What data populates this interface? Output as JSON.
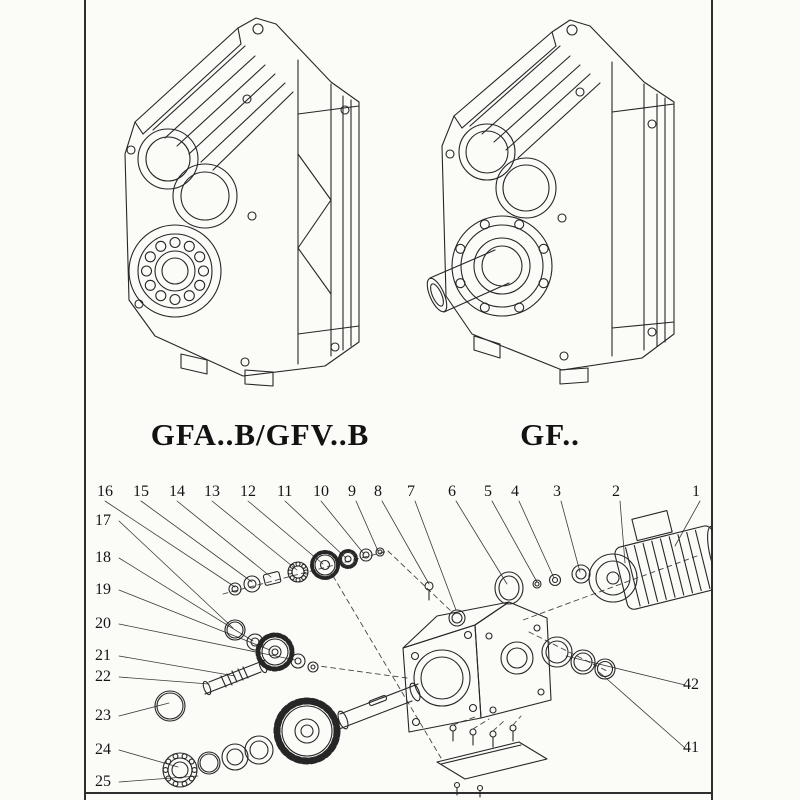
{
  "colors": {
    "ink": "#262626",
    "paper": "#fbfbf8",
    "frame": "#2e2e2e"
  },
  "figures": [
    {
      "label": "GFA..B/GFV..B"
    },
    {
      "label": "GF.."
    }
  ],
  "exploded": {
    "top": [
      "16",
      "15",
      "14",
      "13",
      "12",
      "11",
      "10",
      "9",
      "8",
      "7",
      "6",
      "5",
      "4",
      "3",
      "2",
      "1"
    ],
    "left": [
      "17",
      "18",
      "19",
      "20",
      "21",
      "22",
      "23",
      "24",
      "25"
    ],
    "right": [
      "42",
      "41"
    ]
  }
}
